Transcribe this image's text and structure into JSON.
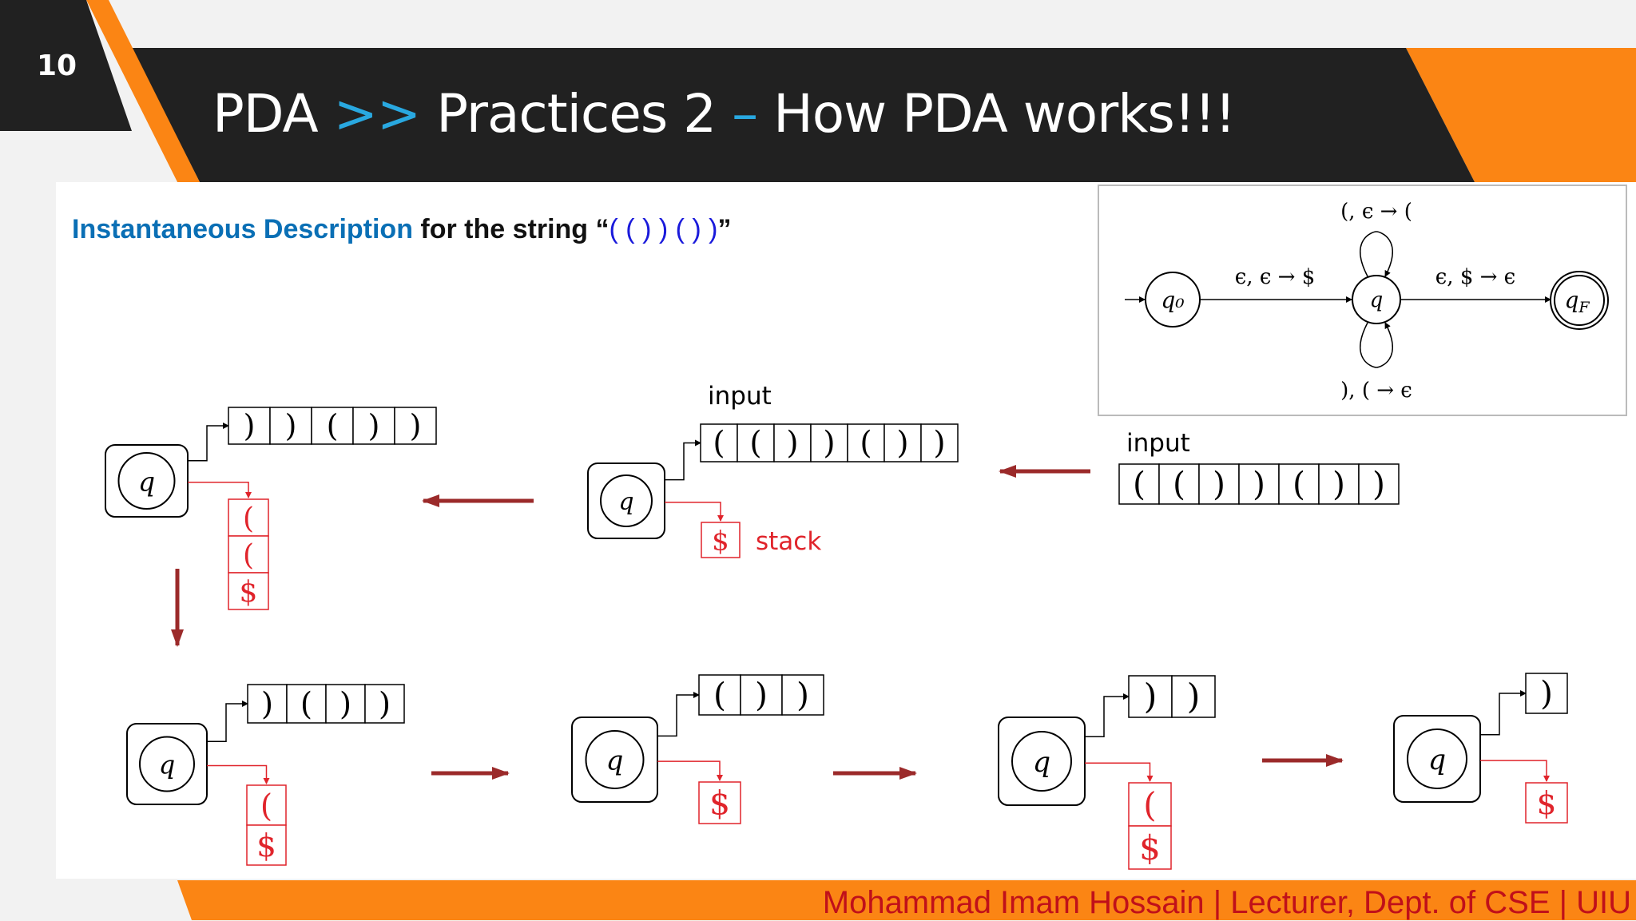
{
  "slide": {
    "number": "10",
    "title_part1": "PDA",
    "title_sep1": ">>",
    "title_part2": "Practices 2",
    "title_sep2": "–",
    "title_part3": "How PDA works!!!",
    "footer": "Mohammad Imam Hossain | Lecturer, Dept. of CSE | UIU"
  },
  "description": {
    "label_blue": "Instantaneous Description",
    "label_rest": " for the string “",
    "string": "( ( ) ) ( ) )",
    "close_quote": "”"
  },
  "pda_diagram": {
    "start_state": "q₀",
    "middle_state": "q",
    "final_state": "q",
    "final_sub": "F",
    "edge_start_middle": "ϵ, ϵ → $",
    "edge_middle_final": "ϵ, $ → ϵ",
    "loop_top": "(, ϵ → (",
    "loop_bottom": "), ( → ϵ"
  },
  "steps": {
    "initial": {
      "label": "input",
      "tape": [
        "(",
        "(",
        ")",
        ")",
        "(",
        ")",
        ")"
      ]
    },
    "step1": {
      "state": "q",
      "input_label": "input",
      "tape": [
        "(",
        "(",
        ")",
        ")",
        "(",
        ")",
        ")"
      ],
      "stack": [
        "$"
      ],
      "stack_label": "stack"
    },
    "step2": {
      "state": "q",
      "tape": [
        ")",
        ")",
        "(",
        ")",
        ")"
      ],
      "stack": [
        "(",
        "(",
        "$"
      ]
    },
    "step3": {
      "state": "q",
      "tape": [
        ")",
        "(",
        ")",
        ")"
      ],
      "stack": [
        "(",
        "$"
      ]
    },
    "step4": {
      "state": "q",
      "tape": [
        "(",
        ")",
        ")"
      ],
      "stack": [
        "$"
      ]
    },
    "step5": {
      "state": "q",
      "tape": [
        ")",
        ")"
      ],
      "stack": [
        "(",
        "$"
      ]
    },
    "step6": {
      "state": "q",
      "tape": [
        ")"
      ],
      "stack": [
        "$"
      ]
    }
  },
  "colors": {
    "dark": "#212121",
    "orange": "#fb8514",
    "accent_blue": "#29a8e0",
    "arrow": "#9b2a2a",
    "stack_red": "#e0242b"
  }
}
